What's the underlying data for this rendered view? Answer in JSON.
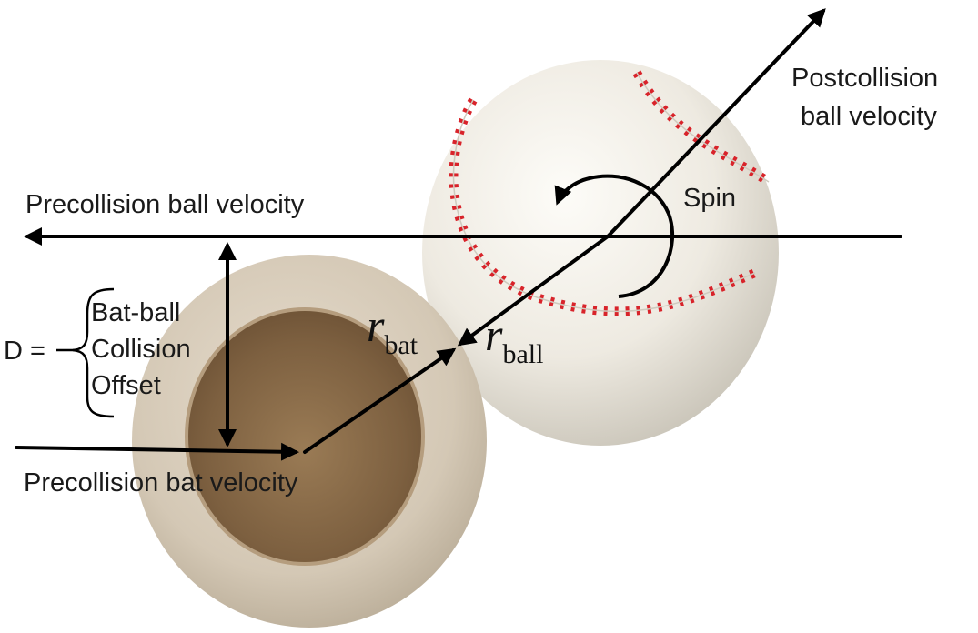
{
  "diagram": {
    "labels": {
      "postcollision_line1": "Postcollision",
      "postcollision_line2": "ball velocity",
      "precollision_ball": "Precollision ball velocity",
      "spin": "Spin",
      "d_prefix": "D =",
      "offset_line1": "Bat-ball",
      "offset_line2": "Collision",
      "offset_line3": "Offset",
      "precollision_bat": "Precollision bat velocity",
      "r_symbol": "r",
      "r_bat_sub": "bat",
      "r_ball_sub": "ball"
    },
    "colors": {
      "line": "#000000",
      "ball_leather": "#f3efe6",
      "ball_stitch": "#d8232a",
      "bat_wood_outer": "#cfc4b3",
      "bat_wood_inner": "#8a6a45"
    },
    "icons": [
      "baseball-image",
      "bat-end-image",
      "spin-arrow-icon"
    ]
  }
}
